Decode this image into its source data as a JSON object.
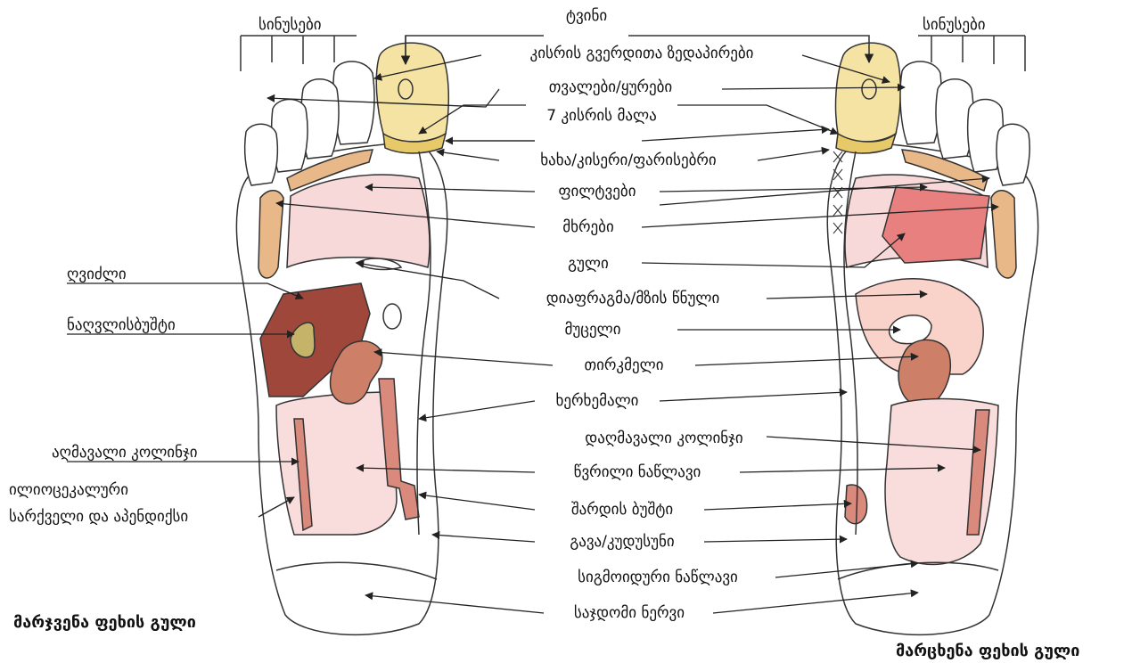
{
  "labels": {
    "sinuses_left": "სინუსები",
    "sinuses_right": "სინუსები",
    "brain": "ტვინი",
    "neck_side": "კისრის გვერდითა ზედაპირები",
    "eyes_ears": "თვალები/ყურები",
    "seventh_cervical": "7 კისრის მალა",
    "throat": "ხახა/კისერი/ფარისებრი",
    "lungs": "ფილტვები",
    "shoulders": "მხრები",
    "heart": "გული",
    "diaphragm": "დიაფრაგმა/მზის წნული",
    "stomach": "მუცელი",
    "kidney": "თირკმელი",
    "spine": "ხერხემალი",
    "descending_colon": "დაღმავალი კოლინჯი",
    "small_intestine": "წვრილი ნაწლავი",
    "bladder": "შარდის ბუშტი",
    "pelvis": "გავა/კუდუსუნი",
    "sigmoid": "სიგმოიდური ნაწლავი",
    "sciatic": "საჯდომი ნერვი",
    "liver": "ღვიძლი",
    "gallbladder": "ნაღვლისბუშტი",
    "ascending_colon": "აღმავალი კოლინჯი",
    "ileocecal_1": "ილიოცეკალური",
    "ileocecal_2": "სარქველი და აპენდიქსი"
  },
  "titles": {
    "right_sole": "მარჯვენა ფეხის გული",
    "left_sole": "მარცხენა ფეხის გული"
  },
  "colors": {
    "outline": "#333333",
    "toe_head": "#f5e3a3",
    "neck_band": "#e8c96a",
    "shoulder": "#e8b889",
    "lung_pink": "#f8d9d9",
    "heart_red": "#e98080",
    "liver": "#a0473c",
    "gall": "#c5b36a",
    "kidney": "#cd7f68",
    "colon_pink": "#f9dcdc",
    "colon_band": "#d98a7c"
  }
}
